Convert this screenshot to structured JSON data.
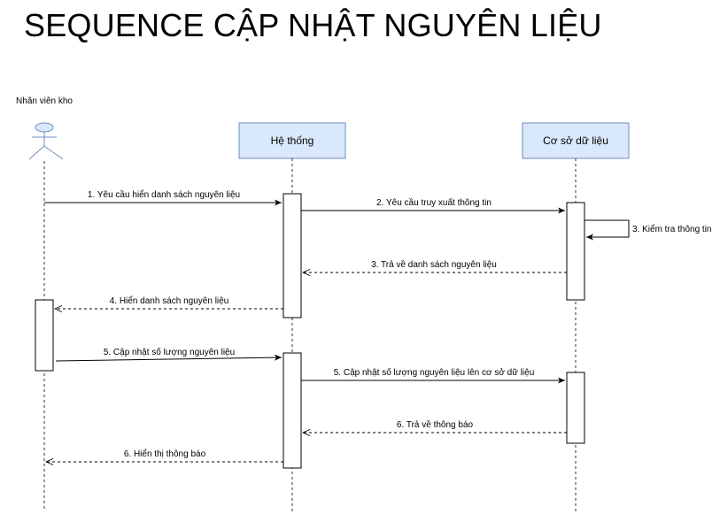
{
  "title": "SEQUENCE CẬP NHẬT NGUYÊN LIỆU",
  "actor": {
    "label": "Nhân viên kho"
  },
  "participants": [
    {
      "label": "Hệ thống"
    },
    {
      "label": "Cơ sở dữ liệu"
    }
  ],
  "messages": [
    {
      "label": "1. Yêu cầu hiển danh sách nguyên liệu",
      "type": "sync"
    },
    {
      "label": "2. Yêu cầu truy xuất thông tin",
      "type": "sync"
    },
    {
      "label": "3. Kiểm tra thông tin",
      "type": "self"
    },
    {
      "label": "3. Trả về danh sách nguyên liệu",
      "type": "return"
    },
    {
      "label": "4. Hiển danh sách nguyên liệu",
      "type": "return"
    },
    {
      "label": "5. Cập nhật số lượng nguyên liệu",
      "type": "sync"
    },
    {
      "label": "5. Cập nhật số lượng nguyên liệu lên cơ sở dữ liệu",
      "type": "sync"
    },
    {
      "label": "6. Trả về thông báo",
      "type": "return"
    },
    {
      "label": "6. Hiển thị thông báo",
      "type": "return"
    }
  ],
  "colors": {
    "box_fill": "#dae8fc",
    "box_stroke": "#6c8ebf",
    "actor_stroke": "#6c8ebf",
    "actor_fill": "#dae8fc",
    "line": "#000000"
  }
}
